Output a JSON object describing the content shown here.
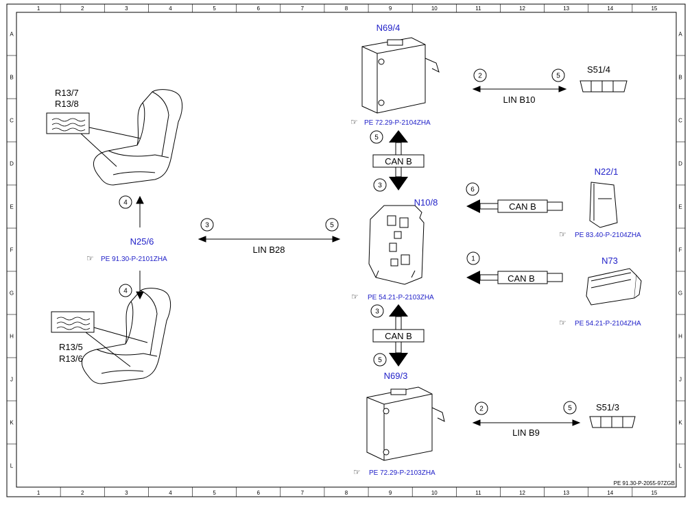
{
  "grid": {
    "columns": [
      "1",
      "2",
      "3",
      "4",
      "5",
      "6",
      "7",
      "8",
      "9",
      "10",
      "11",
      "12",
      "13",
      "14",
      "15"
    ],
    "rows": [
      "A",
      "B",
      "C",
      "D",
      "E",
      "F",
      "G",
      "H",
      "J",
      "K",
      "L"
    ]
  },
  "components": {
    "n69_4": {
      "code": "N69/4",
      "ref": "PE 72.29-P-2104ZHA"
    },
    "s51_4": {
      "code": "S51/4"
    },
    "r13_7": {
      "code": "R13/7"
    },
    "r13_8": {
      "code": "R13/8"
    },
    "n22_1": {
      "code": "N22/1",
      "ref": "PE 83.40-P-2104ZHA"
    },
    "n10_8": {
      "code": "N10/8",
      "ref": "PE 54.21-P-2103ZHA"
    },
    "n25_6": {
      "code": "N25/6",
      "ref": "PE 91.30-P-2101ZHA"
    },
    "n73": {
      "code": "N73",
      "ref": "PE 54.21-P-2104ZHA"
    },
    "r13_5": {
      "code": "R13/5"
    },
    "r13_6": {
      "code": "R13/6"
    },
    "n69_3": {
      "code": "N69/3",
      "ref": "PE 72.29-P-2103ZHA"
    },
    "s51_3": {
      "code": "S51/3"
    }
  },
  "buses": {
    "lin_b10": "LIN B10",
    "lin_b28": "LIN B28",
    "lin_b9": "LIN B9",
    "can_b": "CAN B"
  },
  "circles": {
    "c1": "2",
    "c2": "5",
    "c3": "5",
    "c4": "3",
    "c5": "6",
    "c6": "4",
    "c7": "3",
    "c8": "5",
    "c9": "1",
    "c10": "4",
    "c11": "3",
    "c12": "5",
    "c13": "2",
    "c14": "5"
  },
  "footer": "PE 91.30-P-2055-97ZGB"
}
